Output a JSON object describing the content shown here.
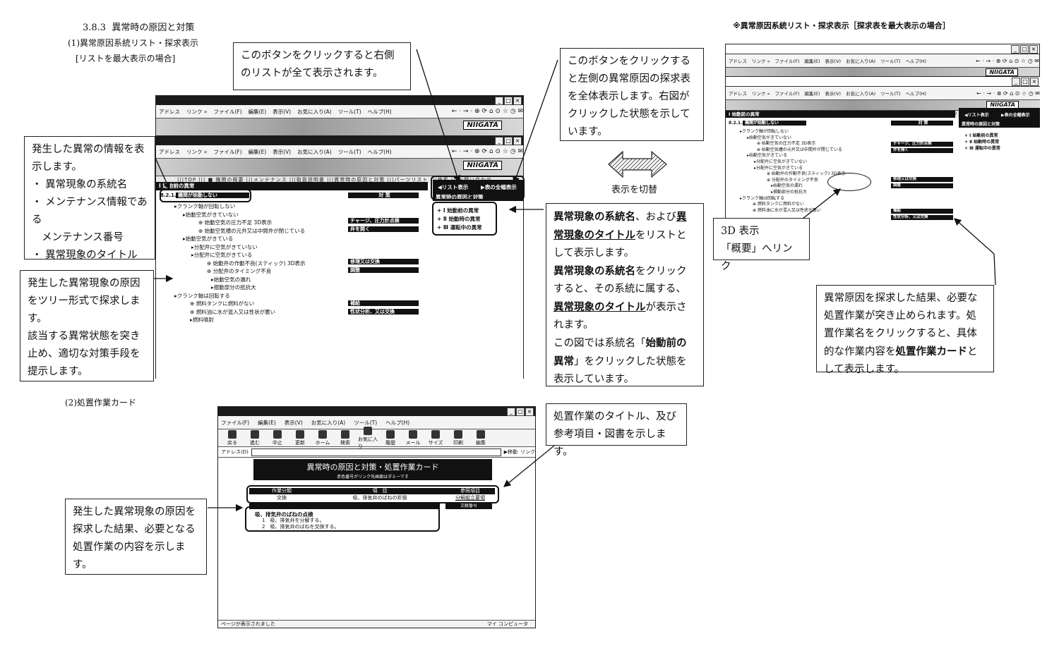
{
  "section": {
    "number": "3.8.3",
    "title": "異常時の原因と対策"
  },
  "subtitle1": "(1)異常原因系統リスト・探求表示",
  "subtitle1b": "[リストを最大表示の場合]",
  "subtitle2": "(2)処置作業カード",
  "right_heading": "※異常原因系統リスト・探求表示［探求表を最大表示の場合］",
  "swap_label": "表示を切替",
  "callouts": {
    "info": {
      "lines": [
        "発生した異常の情報を表示します。",
        "・ 異常現象の系統名",
        "・ メンテナンス情報である",
        "メンテナンス番号",
        "・ 異常現象のタイトル"
      ]
    },
    "tree": {
      "lines": [
        "発生した異常現象の原因をツリー形式で探求します。",
        "該当する異常状態を突き止め、適切な対策手段を提示します。"
      ]
    },
    "list_btn": {
      "text": "このボタンをクリックすると右側のリストが全て表示されます。"
    },
    "table_btn": {
      "text": "このボタンをクリックすると左側の異常原因の探求表を全体表示します。右図がクリックした状態を示しています。"
    },
    "system": {
      "t1": "異常現象の系統名",
      "t2": "、および",
      "t3": "異常現象のタイトル",
      "t4": "をリストとして表示します。",
      "t5": "異常現象の系統名",
      "t6": "をクリックすると、その系統に属する、",
      "t7": "異常現象のタイトル",
      "t8": "が表示されます。",
      "t9": "この図では系統名「",
      "t10": "始動前の異常",
      "t11": "」をクリックした状態を表示しています。"
    },
    "link3d": {
      "lines": [
        "3D 表示",
        "「概要」へリンク"
      ]
    },
    "result": {
      "t1": "異常原因を探求した結果、必要な処置作業が突き止められます。処置作業名をクリックすると、具体的な作業内容を",
      "t2": "処置作業カード",
      "t3": "として表示します。"
    },
    "card_title": {
      "text": "処置作業のタイトル、及び参考項目・図書を示します。"
    },
    "card_body": {
      "text": "発生した異常現象の原因を探求した結果、必要となる処置作業の内容を示します。"
    }
  },
  "browser": {
    "menu": [
      "アドレス",
      "リンク »",
      "ファイル(F)",
      "編集(E)",
      "表示(V)",
      "お気に入り(A)",
      "ツール(T)",
      "ヘルプ(H)"
    ],
    "nav_icons": "← · → · ⊗ ⟳ ⌂ ⊙ ☆ ◷ ✉",
    "logo": "NIIGATA",
    "nav_links": "|||TOP  ||| ■ 機関の概要  |||メンテナンス  |||取扱説明書  |||異常時の原因と対策  |||パーツリスト  |||検索  |||お問い合わせ",
    "header_bar": "Ⅰ 始動前の異常",
    "code": "8.2.1.",
    "title_hl": "機関が始動しない",
    "col_action": "対 策",
    "btn_list": "◀リスト表示",
    "btn_table": "▶表の全幅表示",
    "list_title": "異常時の原因と対策",
    "systems": [
      "+ Ⅰ 始動前の異常",
      "+ Ⅱ 始動時の異常",
      "+ Ⅲ 運転中の異常"
    ],
    "tree": [
      "▸クランク軸が回転しない",
      "▸始動空気がきていない",
      "⊕ 始動空気の圧力不足 3D表示",
      "⊕ 始動空気槽の元弁又は中間弁が閉じている",
      "▸始動空気がきている",
      "▸分配弁に空気がきていない",
      "▸分配弁に空気がきている",
      "⊕ 始動弁の作動不良(スティック) 3D表示",
      "⊕ 分配弁のタイミング不良",
      "▸始動空気の漏れ",
      "▸摺動部分の抵抗大",
      "▸クランク軸は回転する",
      "⊕ 燃料タンクに燃料がない",
      "⊕ 燃料油に水が混入又は性状が悪い",
      "▸燃料噴射"
    ],
    "actions": [
      "チャージ、圧力計点検",
      "弁を開く",
      "修理又は交換",
      "調整",
      "補給",
      "性状分析、又は交換"
    ]
  },
  "card_window": {
    "menu": [
      "ファイル(F)",
      "編集(E)",
      "表示(V)",
      "お気に入り(A)",
      "ツール(T)",
      "ヘルプ(H)"
    ],
    "toolbar": [
      "戻る",
      "進む",
      "中止",
      "更新",
      "ホーム",
      "検索",
      "お気に入り",
      "履歴",
      "メール",
      "サイズ",
      "印刷",
      "編集"
    ],
    "address_label": "アドレス(D)",
    "go": "▶移動",
    "links": "リンク",
    "title": "異常時の原因と対策・処置作業カード",
    "subtitle": "赤色番号がリンク先画面はダミーです",
    "table_head": [
      "作業分類",
      "項　目",
      "参照項目"
    ],
    "table_row": [
      "交換",
      "吸、排気弁のばねの折損",
      "分解組立要領"
    ],
    "ref_label": "文献番号",
    "work_title": "吸、排気弁のばねの点検",
    "work_steps": [
      "1　吸、排気弁を分解する。",
      "2　吸、排気弁のばねを交換する。"
    ],
    "status": "ページが表示されました",
    "zone": "マイ コンピュータ"
  }
}
